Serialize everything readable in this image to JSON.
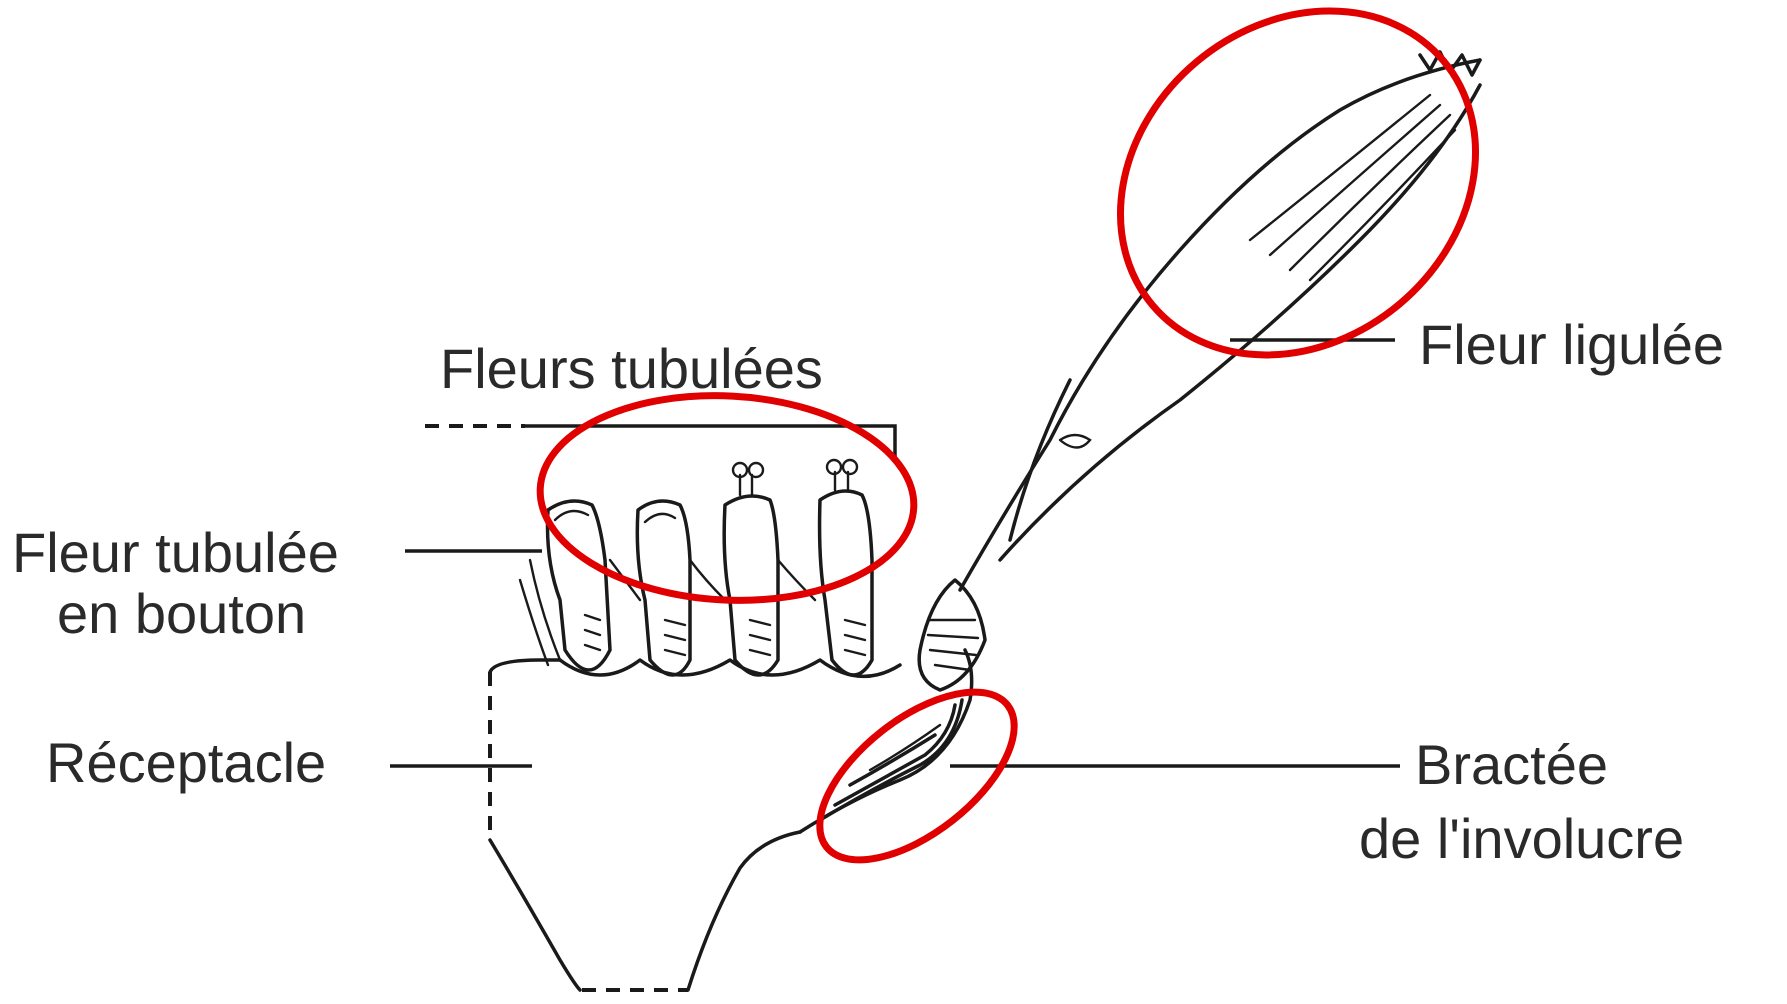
{
  "labels": {
    "fleurs_tubulees": "Fleurs tubulées",
    "fleur_tubulee_line1": "Fleur tubulée",
    "fleur_tubulee_line2": "en bouton",
    "receptacle": "Réceptacle",
    "fleur_ligulee": "Fleur ligulée",
    "bractee_line1": "Bractée",
    "bractee_line2": "de l'involucre"
  },
  "colors": {
    "highlight": "#e00000",
    "ink": "#1a1a1a",
    "text": "#2a2a2a"
  }
}
